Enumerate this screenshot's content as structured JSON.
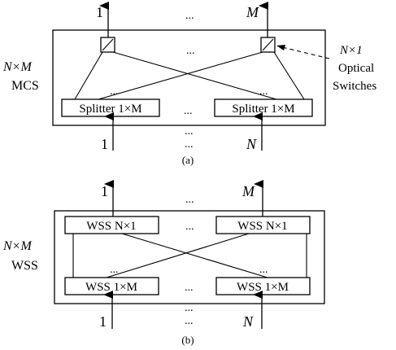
{
  "panel_a": {
    "output_first": "1",
    "output_last": "M",
    "input_first": "1",
    "input_last": "N",
    "ellipsis": "...",
    "side_label_line1": "N×M",
    "side_label_line2": "MCS",
    "splitter_left": "Splitter 1×M",
    "splitter_right": "Splitter 1×M",
    "switch_note_line1": "N×1",
    "switch_note_line2": "Optical",
    "switch_note_line3": "Switches",
    "caption": "(a)"
  },
  "panel_b": {
    "output_first": "1",
    "output_last": "M",
    "input_first": "1",
    "input_last": "N",
    "ellipsis": "...",
    "side_label_line1": "N×M",
    "side_label_line2": "WSS",
    "wss_top_left": "WSS N×1",
    "wss_top_right": "WSS N×1",
    "wss_bottom_left": "WSS 1×M",
    "wss_bottom_right": "WSS 1×M",
    "caption": "(b)"
  }
}
